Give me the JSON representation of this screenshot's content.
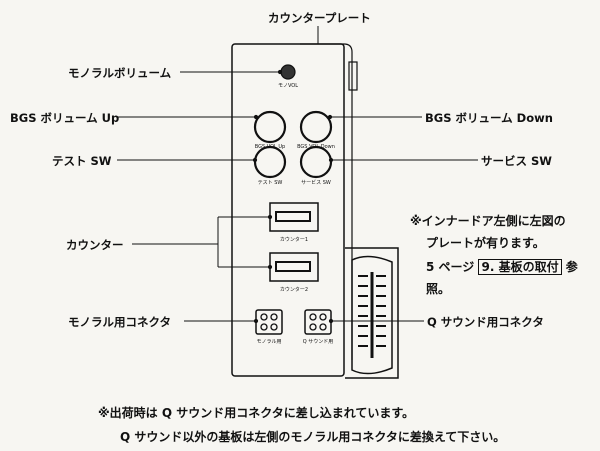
{
  "labels": {
    "counter_plate": "カウンタープレート",
    "mono_volume": "モノラルボリューム",
    "bgs_vol_up": "BGS ボリューム Up",
    "bgs_vol_down": "BGS ボリューム Down",
    "test_sw": "テスト SW",
    "service_sw": "サービス SW",
    "counter": "カウンター",
    "mono_connector": "モノラル用コネクタ",
    "q_connector": "Q サウンド用コネクタ"
  },
  "panel_text": {
    "mono_vol": "モノVOL",
    "bgs_vol_up": "BGS VOL Up",
    "bgs_vol_down": "BGS VOL Down",
    "test_sw": "テスト SW",
    "service_sw": "サービス SW",
    "counter1": "カウンター1",
    "counter2": "カウンター2",
    "mono_use": "モノラル用",
    "q_sound_use": "Q サウンド用"
  },
  "side_note": {
    "line1": "※インナードア左側に左図の",
    "line2": "プレートが有ります。",
    "line3_prefix": "5 ページ",
    "line3_boxed": "9. 基板の取付",
    "line3_suffix": "参",
    "line4": "照。"
  },
  "footer": {
    "line1": "※出荷時は Q サウンド用コネクタに差し込まれています。",
    "line2": "Q サウンド以外の基板は左側のモノラル用コネクタに差換えて下さい。"
  }
}
